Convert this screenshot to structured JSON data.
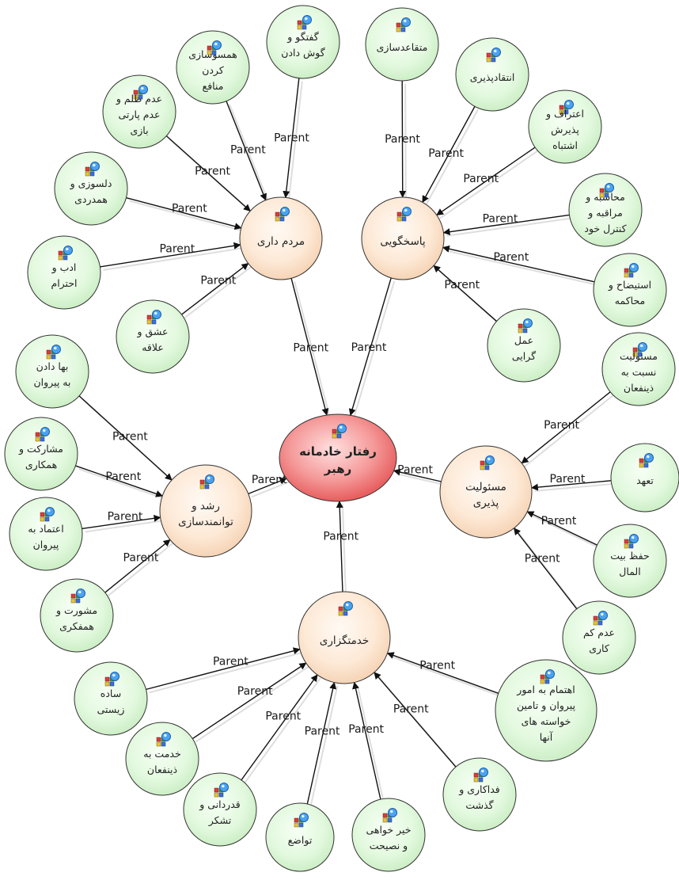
{
  "diagram": {
    "edge_label": "Parent",
    "center": {
      "label": [
        "رفتار خادمانه",
        "رهبر"
      ]
    },
    "hubs": [
      {
        "key": "mardom",
        "label": [
          "مردم داری"
        ]
      },
      {
        "key": "pasokh",
        "label": [
          "پاسخگویی"
        ]
      },
      {
        "key": "roshd",
        "label": [
          "رشد و",
          "توانمندسازی"
        ]
      },
      {
        "key": "masoliat",
        "label": [
          "مسئولیت",
          "پذیری"
        ]
      },
      {
        "key": "khedmat",
        "label": [
          "خدمتگزاری"
        ]
      }
    ],
    "leaves": [
      {
        "key": "goftogo",
        "parent": "mardom",
        "label": [
          "گفتگو و",
          "گوش دادن"
        ]
      },
      {
        "key": "hamsoo",
        "parent": "mardom",
        "label": [
          "همسوسازی",
          "کردن",
          "منافع"
        ]
      },
      {
        "key": "adamzolm",
        "parent": "mardom",
        "label": [
          "عدم ظلم و",
          "عدم پارتی",
          "بازی"
        ]
      },
      {
        "key": "delsoozi",
        "parent": "mardom",
        "label": [
          "دلسوزی و",
          "همدردی"
        ]
      },
      {
        "key": "adab",
        "parent": "mardom",
        "label": [
          "ادب و",
          "احترام"
        ]
      },
      {
        "key": "eshgh",
        "parent": "mardom",
        "label": [
          "عشق و",
          "علاقه"
        ]
      },
      {
        "key": "moteghaed",
        "parent": "pasokh",
        "label": [
          "متقاعدسازی"
        ]
      },
      {
        "key": "enteghad",
        "parent": "pasokh",
        "label": [
          "انتقادپذیری"
        ]
      },
      {
        "key": "eteraf",
        "parent": "pasokh",
        "label": [
          "اعتراف و",
          "پذیرش",
          "اشتباه"
        ]
      },
      {
        "key": "mohasebe",
        "parent": "pasokh",
        "label": [
          "محاسبه و",
          "مراقبه و",
          "کنترل خود"
        ]
      },
      {
        "key": "estizah",
        "parent": "pasokh",
        "label": [
          "استیضاح و",
          "محاکمه"
        ]
      },
      {
        "key": "amalgera",
        "parent": "pasokh",
        "label": [
          "عمل",
          "گرایی"
        ]
      },
      {
        "key": "bahadadan",
        "parent": "roshd",
        "label": [
          "بها دادن",
          "به پیروان"
        ]
      },
      {
        "key": "mosharekat",
        "parent": "roshd",
        "label": [
          "مشارکت و",
          "همکاری"
        ]
      },
      {
        "key": "etemad",
        "parent": "roshd",
        "label": [
          "اعتماد به",
          "پیروان"
        ]
      },
      {
        "key": "mashverat",
        "parent": "roshd",
        "label": [
          "مشورت و",
          "همفکری"
        ]
      },
      {
        "key": "masoliatzinaf",
        "parent": "masoliat",
        "label": [
          "مسئولیت",
          "نسبت به",
          "ذینفعان"
        ]
      },
      {
        "key": "taahod",
        "parent": "masoliat",
        "label": [
          "تعهد"
        ]
      },
      {
        "key": "hefz",
        "parent": "masoliat",
        "label": [
          "حفظ بیت",
          "المال"
        ]
      },
      {
        "key": "adamkamkari",
        "parent": "masoliat",
        "label": [
          "عدم کم",
          "کاری"
        ]
      },
      {
        "key": "sadeh",
        "parent": "khedmat",
        "label": [
          "ساده",
          "زیستی"
        ]
      },
      {
        "key": "khedmatbe",
        "parent": "khedmat",
        "label": [
          "خدمت به",
          "ذینفعان"
        ]
      },
      {
        "key": "ghadrdani",
        "parent": "khedmat",
        "label": [
          "قدردانی و",
          "تشکر"
        ]
      },
      {
        "key": "tavazo",
        "parent": "khedmat",
        "label": [
          "تواضع"
        ]
      },
      {
        "key": "kheirkhahi",
        "parent": "khedmat",
        "label": [
          "خیر خواهی",
          "و نصیحت"
        ]
      },
      {
        "key": "fadakari",
        "parent": "khedmat",
        "label": [
          "فداکاری و",
          "گذشت"
        ]
      },
      {
        "key": "ehtemam",
        "parent": "khedmat",
        "label": [
          "اهتمام به امور",
          "پیروان و تامین",
          "خواسته های",
          "آنها"
        ]
      }
    ]
  }
}
